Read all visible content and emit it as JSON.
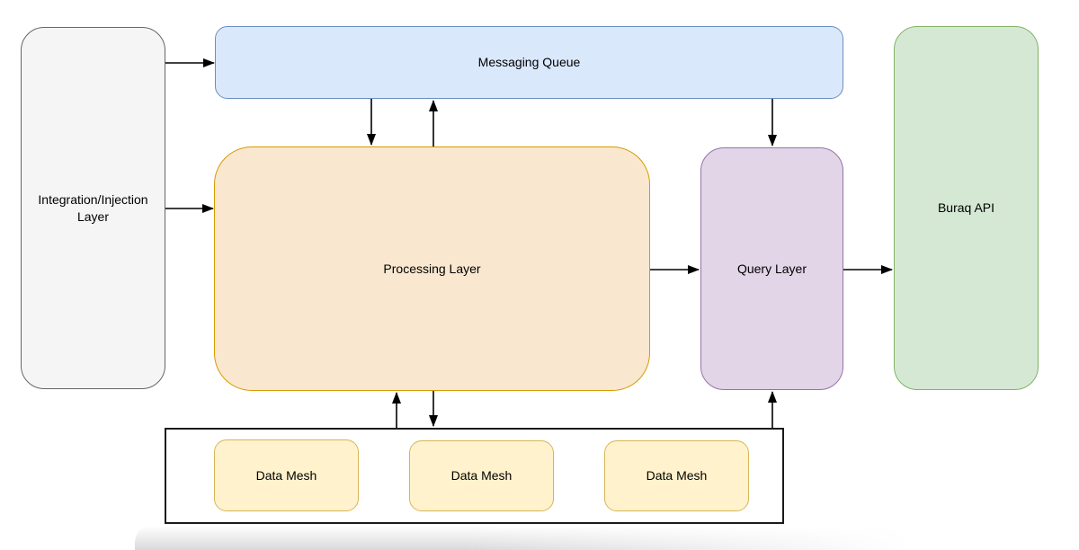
{
  "diagram": {
    "nodes": {
      "integration_layer": {
        "label": "Integration/Injection Layer",
        "fill": "#f5f5f5",
        "stroke": "#666666"
      },
      "messaging_queue": {
        "label": "Messaging Queue",
        "fill": "#dae8fc",
        "stroke": "#6c8ebf"
      },
      "processing_layer": {
        "label": "Processing Layer",
        "fill": "#fae7cf",
        "stroke": "#d79b00"
      },
      "query_layer": {
        "label": "Query Layer",
        "fill": "#e1d5e7",
        "stroke": "#9673a6"
      },
      "buraq_api": {
        "label": "Buraq API",
        "fill": "#d5e8d4",
        "stroke": "#82b366"
      },
      "data_mesh_group": {
        "label": "",
        "fill": "#ffffff",
        "stroke": "#1a1a1a"
      },
      "data_mesh_1": {
        "label": "Data Mesh",
        "fill": "#fff2cc",
        "stroke": "#d6b656"
      },
      "data_mesh_2": {
        "label": "Data Mesh",
        "fill": "#fff2cc",
        "stroke": "#d6b656"
      },
      "data_mesh_3": {
        "label": "Data Mesh",
        "fill": "#fff2cc",
        "stroke": "#d6b656"
      }
    },
    "edges": [
      {
        "from": "integration_layer",
        "to": "messaging_queue"
      },
      {
        "from": "integration_layer",
        "to": "processing_layer"
      },
      {
        "from": "messaging_queue",
        "to": "processing_layer"
      },
      {
        "from": "processing_layer",
        "to": "messaging_queue"
      },
      {
        "from": "messaging_queue",
        "to": "query_layer"
      },
      {
        "from": "processing_layer",
        "to": "query_layer"
      },
      {
        "from": "query_layer",
        "to": "buraq_api"
      },
      {
        "from": "data_mesh_group",
        "to": "processing_layer"
      },
      {
        "from": "processing_layer",
        "to": "data_mesh_group"
      },
      {
        "from": "data_mesh_group",
        "to": "query_layer"
      }
    ],
    "arrow_color": "#000000"
  }
}
